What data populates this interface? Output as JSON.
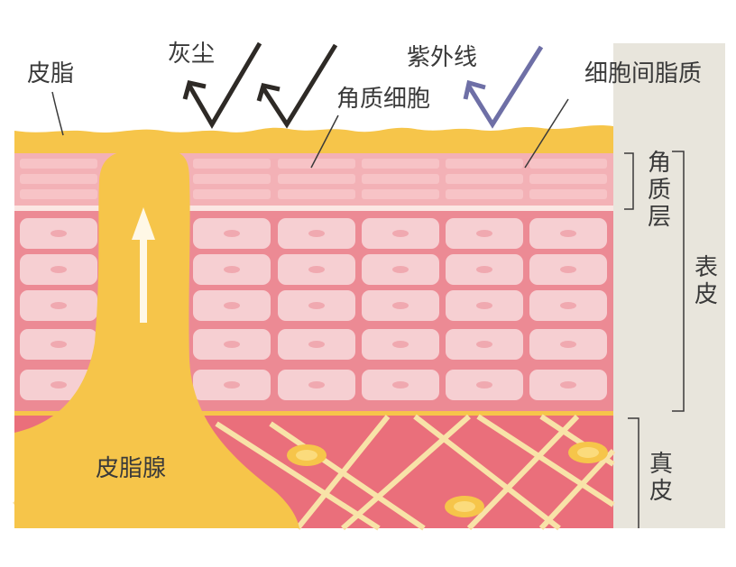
{
  "labels": {
    "sebum": "皮脂",
    "dust": "灰尘",
    "uv": "紫外线",
    "intercellular_lipid": "细胞间脂质",
    "corneocyte": "角质细胞",
    "stratum_corneum": "角质层",
    "epidermis": "表皮",
    "dermis": "真皮",
    "sebaceous_gland": "皮脂腺"
  },
  "colors": {
    "sebum": "#f6c54a",
    "epidermis": "#ec8a94",
    "cell": "#f6cfd2",
    "corneum": "#f2aab0",
    "dermis": "#ea6f7b",
    "fiber": "#f8e3a8",
    "side_panel": "#e8e5dc",
    "uv_arrow": "#6e6fa6",
    "dust_arrow": "#2e2a26"
  }
}
